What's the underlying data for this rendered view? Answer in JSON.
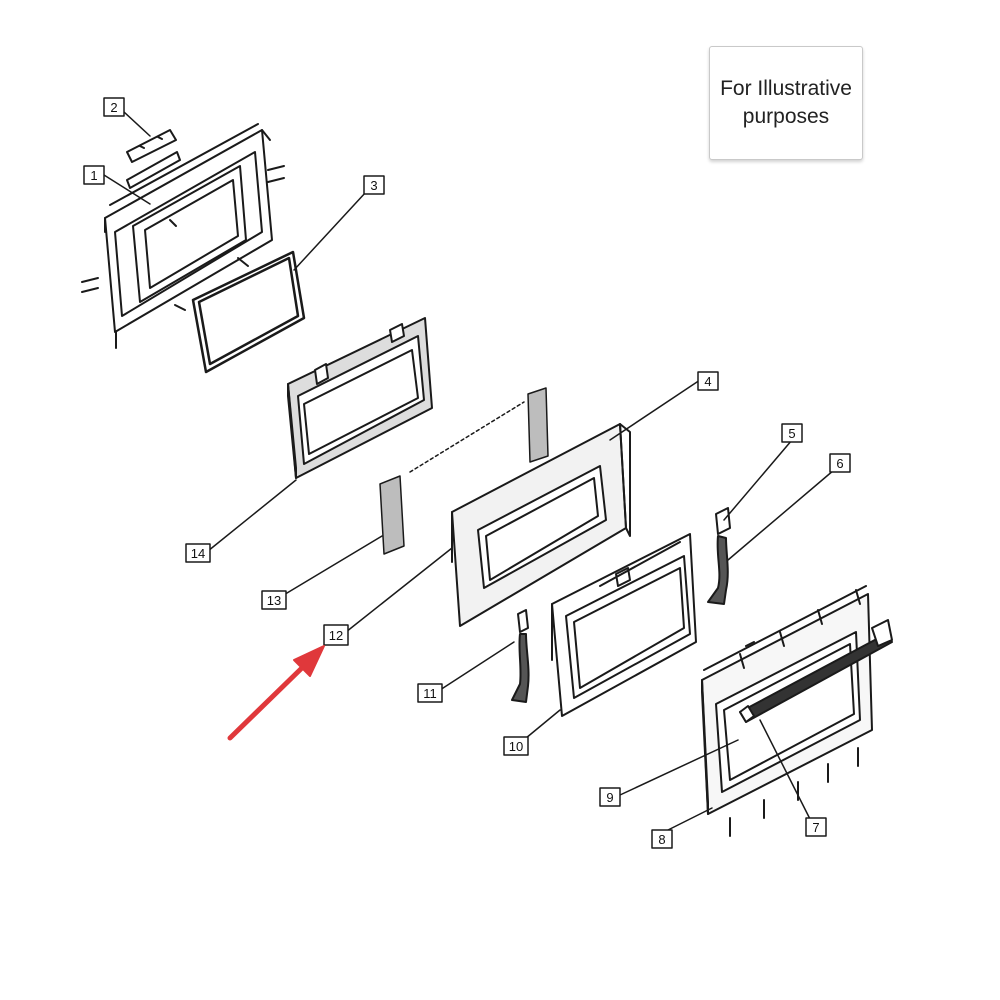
{
  "note": {
    "text_line1": "For Illustrative",
    "text_line2": "purposes"
  },
  "callouts": [
    {
      "id": "1",
      "label": "1"
    },
    {
      "id": "2",
      "label": "2"
    },
    {
      "id": "3",
      "label": "3"
    },
    {
      "id": "4",
      "label": "4"
    },
    {
      "id": "5",
      "label": "5"
    },
    {
      "id": "6",
      "label": "6"
    },
    {
      "id": "7",
      "label": "7"
    },
    {
      "id": "8",
      "label": "8"
    },
    {
      "id": "9",
      "label": "9"
    },
    {
      "id": "10",
      "label": "10"
    },
    {
      "id": "11",
      "label": "11"
    },
    {
      "id": "12",
      "label": "12"
    },
    {
      "id": "13",
      "label": "13"
    },
    {
      "id": "14",
      "label": "14"
    }
  ],
  "highlight": {
    "target_callout": "12",
    "arrow_color": "#e0383b"
  },
  "colors": {
    "line": "#1a1a1a",
    "shade": "#bdbdbd"
  }
}
